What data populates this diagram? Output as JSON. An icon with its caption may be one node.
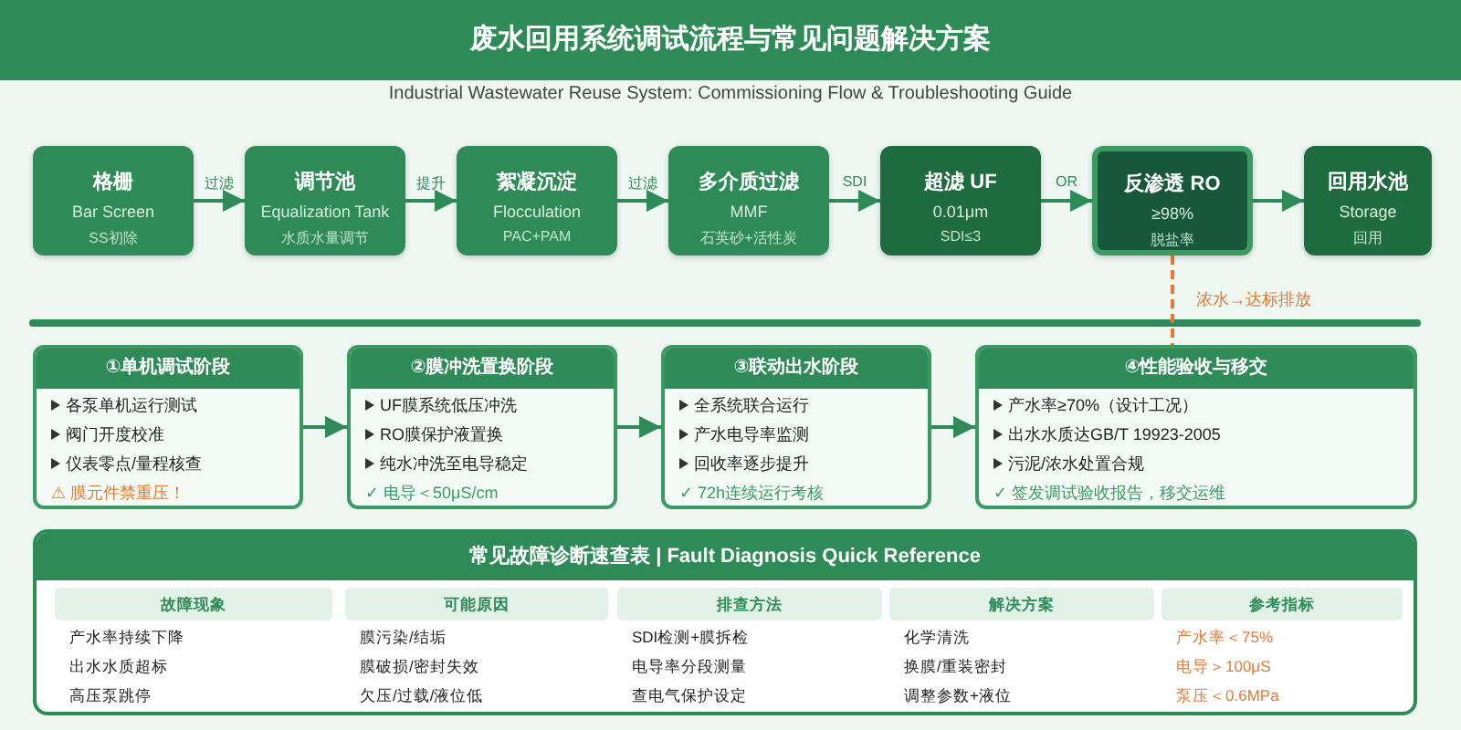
{
  "diagram": {
    "title": "废水回用系统调试流程与常见问题解决方案",
    "nodes": [
      {
        "text": [
          "格栅",
          "Bar Screen",
          "SS初除"
        ]
      },
      {
        "text": [
          "调节池",
          "Equalization Tank",
          "水质水量调节"
        ]
      },
      {
        "text": [
          "絮凝沉淀",
          "Flocculation",
          "PAC+PAM"
        ]
      },
      {
        "text": [
          "多介质过滤",
          "MMF",
          "石英砂+活性炭"
        ]
      },
      {
        "text": [
          "超滤 UF",
          "0.01μm",
          "SDI≤3"
        ]
      },
      {
        "text": [
          "反渗透 RO",
          "≥98%",
          "脱盐率"
        ]
      },
      {
        "text": [
          "回用水池",
          "Storage",
          "回用"
        ]
      },
      {
        "text": [
          "①单机调试阶段",
          "各泵单机运行测试",
          "阀门开度校准",
          "仪表零点/量程核查",
          "⚠ 膜元件禁重压！"
        ]
      },
      {
        "text": [
          "②膜冲洗置换阶段",
          "UF膜系统低压冲洗",
          "RO膜保护液置换",
          "纯水冲洗至电导稳定",
          "✓ 电导＜50μS/cm"
        ]
      },
      {
        "text": [
          "③联动出水阶段",
          "全系统联合运行",
          "产水电导率监测",
          "回收率逐步提升",
          "✓ 72h连续运行考核"
        ]
      },
      {
        "text": [
          "④性能验收与移交",
          "产水率≥70%（设计工况）",
          "出水水质达GB/T 19923-2005",
          "污泥/浓水处置合规",
          "✓ 签发调试验收报告，移交运维"
        ]
      },
      {
        "text": [
          "常见故障诊断速查表 | Fault Diagnosis Quick Reference"
        ]
      }
    ],
    "edges": [
      {
        "from": 0,
        "to": 1,
        "arrow": "to",
        "label": "过滤"
      },
      {
        "from": 1,
        "to": 2,
        "arrow": "to",
        "label": "提升"
      },
      {
        "from": 2,
        "to": 3,
        "arrow": "to",
        "label": "过滤"
      },
      {
        "from": 3,
        "to": 4,
        "arrow": "to",
        "label": "SDI"
      },
      {
        "from": 4,
        "to": 5,
        "arrow": "to",
        "label": "OR"
      },
      {
        "from": 5,
        "to": 6,
        "arrow": "to"
      },
      {
        "from": 5,
        "to": 10,
        "arrow": "none",
        "label": "浓水→达标排放",
        "style": "dashed",
        "color": "#e07b39"
      },
      {
        "from": 7,
        "to": 8,
        "arrow": "to"
      },
      {
        "from": 8,
        "to": 9,
        "arrow": "to"
      },
      {
        "from": 9,
        "to": 10,
        "arrow": "to"
      }
    ],
    "labels": [
      "Industrial Wastewater Reuse System: Commissioning Flow & Troubleshooting Guide",
      "故障现象",
      "可能原因",
      "排查方法",
      "解决方案",
      "参考指标",
      "产水率持续下降",
      "膜污染/结垢",
      "SDI检测+膜拆检",
      "化学清洗",
      "产水率＜75%",
      "出水水质超标",
      "膜破损/密封失效",
      "电导率分段测量",
      "换膜/重装密封",
      "电导＞100μS",
      "高压泵跳停",
      "欠压/过载/液位低",
      "查电气保护设定",
      "调整参数+液位",
      "泵压＜0.6MPa"
    ]
  }
}
